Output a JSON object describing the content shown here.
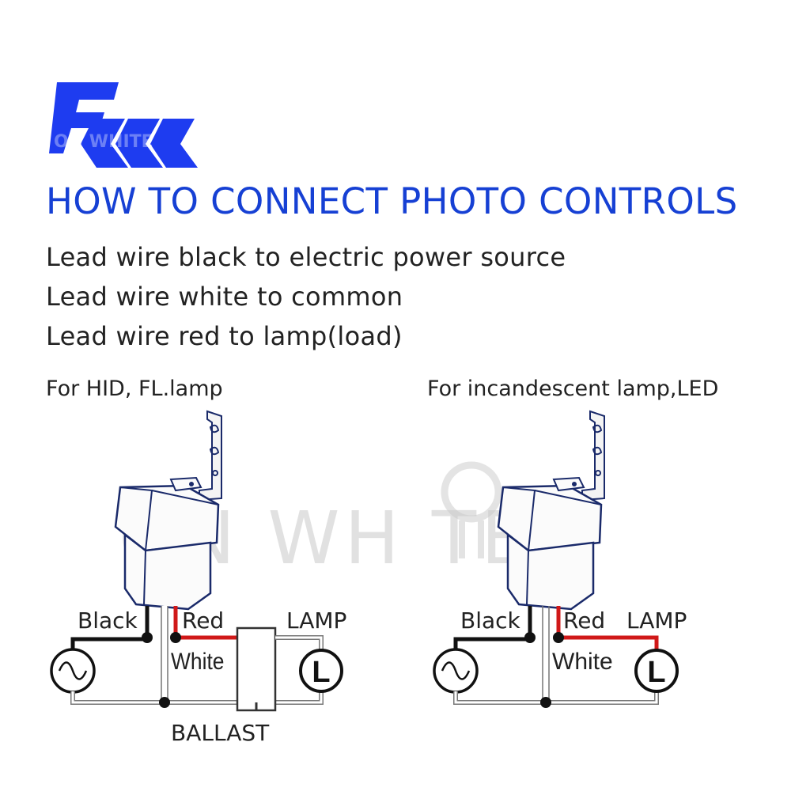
{
  "logo": {
    "watermark_text": "ON WHITE"
  },
  "title": "HOW TO CONNECT PHOTO CONTROLS",
  "instructions": [
    "Lead wire black to electric power source",
    "Lead wire white to common",
    "Lead wire red to lamp(load)"
  ],
  "diagrams": {
    "left": {
      "subtitle": "For HID, FL.lamp",
      "black_label": "Black",
      "red_label": "Red",
      "white_label": "White",
      "lamp_label": "LAMP",
      "lamp_symbol": "L",
      "ballast_label": "BALLAST"
    },
    "right": {
      "subtitle": "For incandescent lamp,LED",
      "black_label": "Black",
      "red_label": "Red",
      "white_label": "White",
      "lamp_label": "LAMP",
      "lamp_symbol": "L"
    }
  },
  "watermark": "ON WH TE",
  "colors": {
    "title_blue": "#1640d4",
    "logo_blue": "#1e3cf0",
    "wire_red": "#d01818",
    "wire_black": "#111111",
    "wire_white_outline": "#888888",
    "device_outline": "#1a2a6a"
  }
}
